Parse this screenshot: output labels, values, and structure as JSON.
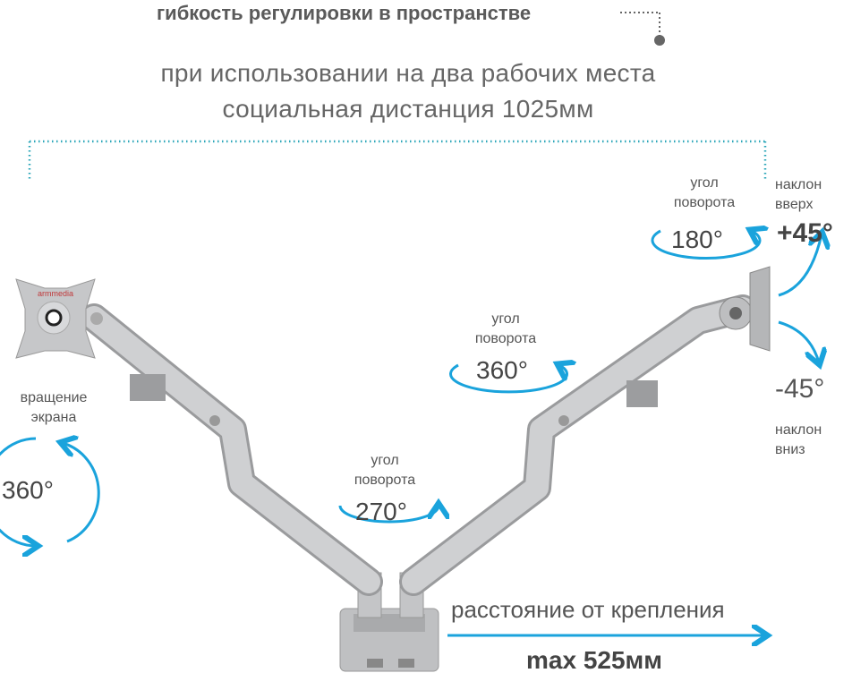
{
  "header": {
    "title": "гибкость регулировки в пространстве",
    "subtitle_line1": "при использовании на два рабочих места",
    "subtitle_line2": "социальная дистанция 1025мм"
  },
  "brand": "armmedia",
  "labels": {
    "screen_rotation": {
      "label": "вращение\nэкрана",
      "line1": "вращение",
      "line2": "экрана",
      "value": "360°"
    },
    "rotation_270": {
      "line1": "угол",
      "line2": "поворота",
      "value": "270°"
    },
    "rotation_360": {
      "line1": "угол",
      "line2": "поворота",
      "value": "360°"
    },
    "rotation_180": {
      "line1": "угол",
      "line2": "поворота",
      "value": "180°"
    },
    "tilt_up": {
      "line1": "наклон",
      "line2": "вверх",
      "value": "+45°"
    },
    "tilt_down": {
      "line1": "наклон",
      "line2": "вниз",
      "value": "-45°"
    },
    "reach": {
      "label": "расстояние от крепления",
      "value": "max 525мм"
    }
  },
  "colors": {
    "accent": "#1aa3dc",
    "dotted": "#2aa6b8",
    "text": "#555555",
    "metal": "#c9cacc"
  }
}
